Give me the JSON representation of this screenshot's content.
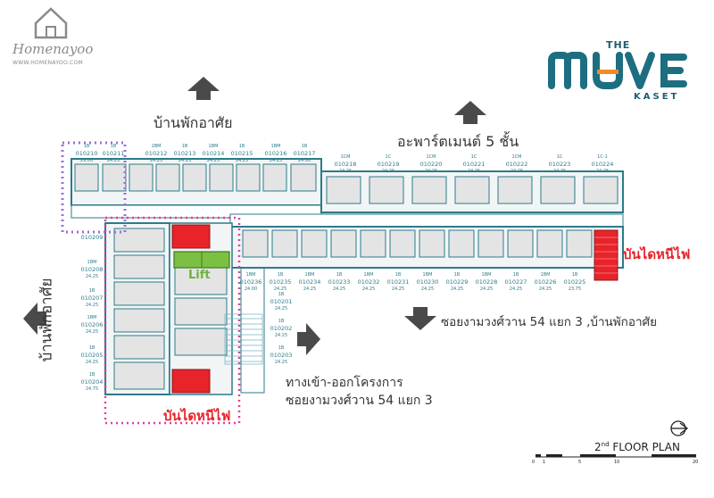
{
  "logo": {
    "name": "Homenayoo",
    "url": "WWW.HOMENAYOO.COM"
  },
  "brand": {
    "the": "THE",
    "name": "MUVE",
    "sub": "KASET"
  },
  "plan_title": {
    "prefix": "2",
    "sup": "nd",
    "suffix": "FLOOR PLAN"
  },
  "labels": {
    "north_top_left": "บ้านพักอาศัย",
    "north_top_right": "อะพาร์ตเมนต์ 5 ชั้น",
    "west": "บ้านพักอาศัย",
    "southeast": "ซอยงามวงศ์วาน 54 แยก 3 ,บ้านพักอาศัย",
    "entrance_line1": "ทางเข้า-ออกโครงการ",
    "entrance_line2": "ซอยงามวงศ์วาน 54 แยก 3",
    "stair_right": "บันไดหนีไฟ",
    "stair_left": "บันไดหนีไฟ",
    "lift": "Lift"
  },
  "units_top": [
    {
      "type": "1B",
      "id": "010210",
      "area": "29.00"
    },
    {
      "type": "1B",
      "id": "010211",
      "area": "24.25"
    },
    {
      "type": "1BM",
      "id": "010212",
      "area": "24.25"
    },
    {
      "type": "1B",
      "id": "010213",
      "area": "24.25"
    },
    {
      "type": "1BM",
      "id": "010214",
      "area": "24.25"
    },
    {
      "type": "1B",
      "id": "010215",
      "area": "24.25"
    },
    {
      "type": "1BM",
      "id": "010216",
      "area": "24.25"
    },
    {
      "type": "1B",
      "id": "010217",
      "area": "24.00"
    }
  ],
  "units_top_right": [
    {
      "type": "1CM",
      "id": "010218",
      "area": "24.25"
    },
    {
      "type": "1C",
      "id": "010219",
      "area": "24.25"
    },
    {
      "type": "1CM",
      "id": "010220",
      "area": "24.25"
    },
    {
      "type": "1C",
      "id": "010221",
      "area": "24.25"
    },
    {
      "type": "1CM",
      "id": "010222",
      "area": "24.25"
    },
    {
      "type": "1C",
      "id": "010223",
      "area": "24.25"
    },
    {
      "type": "1C-1",
      "id": "010224",
      "area": "24.25"
    }
  ],
  "units_bottom": [
    {
      "type": "1BM",
      "id": "010236",
      "area": "24.00"
    },
    {
      "type": "1B",
      "id": "010235",
      "area": "24.25"
    },
    {
      "type": "1BM",
      "id": "010234",
      "area": "24.25"
    },
    {
      "type": "1B",
      "id": "010233",
      "area": "24.25"
    },
    {
      "type": "1BM",
      "id": "010232",
      "area": "24.25"
    },
    {
      "type": "1B",
      "id": "010231",
      "area": "24.25"
    },
    {
      "type": "1BM",
      "id": "010230",
      "area": "24.25"
    },
    {
      "type": "1B",
      "id": "010229",
      "area": "24.25"
    },
    {
      "type": "1BM",
      "id": "010228",
      "area": "24.25"
    },
    {
      "type": "1B",
      "id": "010227",
      "area": "24.25"
    },
    {
      "type": "1BM",
      "id": "010226",
      "area": "24.25"
    },
    {
      "type": "1B",
      "id": "010225",
      "area": "23.75"
    }
  ],
  "units_left": [
    {
      "type": "",
      "id": "010209",
      "area": ""
    },
    {
      "type": "1BM",
      "id": "010208",
      "area": "24.25"
    },
    {
      "type": "1B",
      "id": "010207",
      "area": "24.25"
    },
    {
      "type": "1BM",
      "id": "010206",
      "area": "24.25"
    },
    {
      "type": "1B",
      "id": "010205",
      "area": "24.25"
    },
    {
      "type": "1B",
      "id": "010204",
      "area": "24.75"
    }
  ],
  "units_mid": [
    {
      "type": "1B",
      "id": "010201",
      "area": "24.25"
    },
    {
      "type": "1B",
      "id": "010202",
      "area": "24.25"
    },
    {
      "type": "1B",
      "id": "010203",
      "area": "24.25"
    }
  ],
  "scale": {
    "ticks": [
      "0",
      "1",
      "5",
      "10",
      "20"
    ]
  },
  "colors": {
    "wall": "#2d7a8a",
    "room": "#e6e6e6",
    "stair": "#e8232a",
    "lift": "#6fb23a",
    "pink": "#e0409a",
    "purple": "#9a6fd8",
    "arrow": "#4a4a4a"
  }
}
